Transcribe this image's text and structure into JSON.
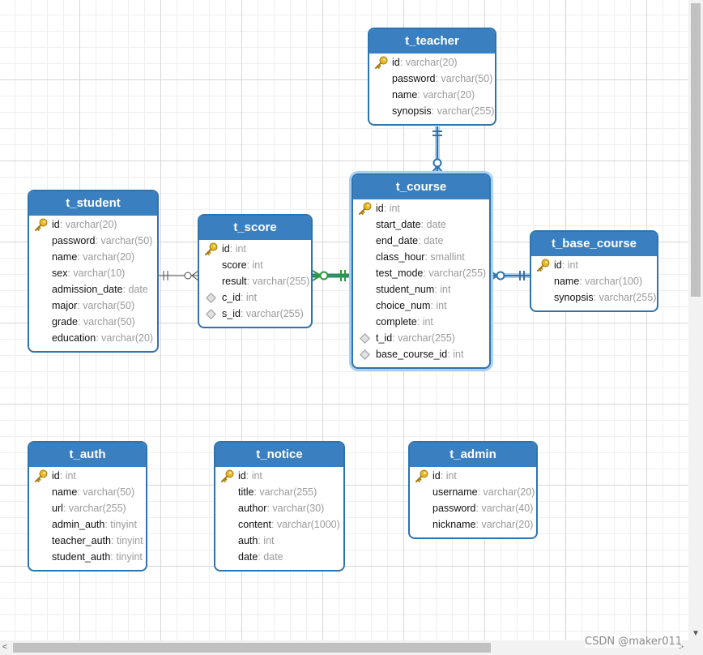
{
  "tables": [
    {
      "id": "t_teacher",
      "name": "t_teacher",
      "fields": [
        {
          "name": "id",
          "type": "varchar(20)",
          "kind": "pk"
        },
        {
          "name": "password",
          "type": "varchar(50)",
          "kind": "plain"
        },
        {
          "name": "name",
          "type": "varchar(20)",
          "kind": "plain"
        },
        {
          "name": "synopsis",
          "type": "varchar(255)",
          "kind": "plain"
        }
      ]
    },
    {
      "id": "t_student",
      "name": "t_student",
      "fields": [
        {
          "name": "id",
          "type": "varchar(20)",
          "kind": "pk"
        },
        {
          "name": "password",
          "type": "varchar(50)",
          "kind": "plain"
        },
        {
          "name": "name",
          "type": "varchar(20)",
          "kind": "plain"
        },
        {
          "name": "sex",
          "type": "varchar(10)",
          "kind": "plain"
        },
        {
          "name": "admission_date",
          "type": "date",
          "kind": "plain"
        },
        {
          "name": "major",
          "type": "varchar(50)",
          "kind": "plain"
        },
        {
          "name": "grade",
          "type": "varchar(50)",
          "kind": "plain"
        },
        {
          "name": "education",
          "type": "varchar(20)",
          "kind": "plain"
        }
      ]
    },
    {
      "id": "t_score",
      "name": "t_score",
      "fields": [
        {
          "name": "id",
          "type": "int",
          "kind": "pk"
        },
        {
          "name": "score",
          "type": "int",
          "kind": "plain"
        },
        {
          "name": "result",
          "type": "varchar(255)",
          "kind": "plain"
        },
        {
          "name": "c_id",
          "type": "int",
          "kind": "fk"
        },
        {
          "name": "s_id",
          "type": "varchar(255)",
          "kind": "fk"
        }
      ]
    },
    {
      "id": "t_course",
      "name": "t_course",
      "fields": [
        {
          "name": "id",
          "type": "int",
          "kind": "pk"
        },
        {
          "name": "start_date",
          "type": "date",
          "kind": "plain"
        },
        {
          "name": "end_date",
          "type": "date",
          "kind": "plain"
        },
        {
          "name": "class_hour",
          "type": "smallint",
          "kind": "plain"
        },
        {
          "name": "test_mode",
          "type": "varchar(255)",
          "kind": "plain"
        },
        {
          "name": "student_num",
          "type": "int",
          "kind": "plain"
        },
        {
          "name": "choice_num",
          "type": "int",
          "kind": "plain"
        },
        {
          "name": "complete",
          "type": "int",
          "kind": "plain"
        },
        {
          "name": "t_id",
          "type": "varchar(255)",
          "kind": "fk"
        },
        {
          "name": "base_course_id",
          "type": "int",
          "kind": "fk"
        }
      ]
    },
    {
      "id": "t_base_course",
      "name": "t_base_course",
      "fields": [
        {
          "name": "id",
          "type": "int",
          "kind": "pk"
        },
        {
          "name": "name",
          "type": "varchar(100)",
          "kind": "plain"
        },
        {
          "name": "synopsis",
          "type": "varchar(255)",
          "kind": "plain"
        }
      ]
    },
    {
      "id": "t_auth",
      "name": "t_auth",
      "fields": [
        {
          "name": "id",
          "type": "int",
          "kind": "pk"
        },
        {
          "name": "name",
          "type": "varchar(50)",
          "kind": "plain"
        },
        {
          "name": "url",
          "type": "varchar(255)",
          "kind": "plain"
        },
        {
          "name": "admin_auth",
          "type": "tinyint",
          "kind": "plain"
        },
        {
          "name": "teacher_auth",
          "type": "tinyint",
          "kind": "plain"
        },
        {
          "name": "student_auth",
          "type": "tinyint",
          "kind": "plain"
        }
      ]
    },
    {
      "id": "t_notice",
      "name": "t_notice",
      "fields": [
        {
          "name": "id",
          "type": "int",
          "kind": "pk"
        },
        {
          "name": "title",
          "type": "varchar(255)",
          "kind": "plain"
        },
        {
          "name": "author",
          "type": "varchar(30)",
          "kind": "plain"
        },
        {
          "name": "content",
          "type": "varchar(1000)",
          "kind": "plain"
        },
        {
          "name": "auth",
          "type": "int",
          "kind": "plain"
        },
        {
          "name": "date",
          "type": "date",
          "kind": "plain"
        }
      ]
    },
    {
      "id": "t_admin",
      "name": "t_admin",
      "fields": [
        {
          "name": "id",
          "type": "int",
          "kind": "pk"
        },
        {
          "name": "username",
          "type": "varchar(20)",
          "kind": "plain"
        },
        {
          "name": "password",
          "type": "varchar(40)",
          "kind": "plain"
        },
        {
          "name": "nickname",
          "type": "varchar(20)",
          "kind": "plain"
        }
      ]
    }
  ],
  "relations": [
    {
      "from": "t_student",
      "to": "t_score",
      "style": "normal"
    },
    {
      "from": "t_course",
      "to": "t_score",
      "style": "highlight"
    },
    {
      "from": "t_teacher",
      "to": "t_course",
      "style": "selected"
    },
    {
      "from": "t_base_course",
      "to": "t_course",
      "style": "selected"
    }
  ],
  "selected_table": "t_course",
  "colors": {
    "header": "#3a80c0",
    "border": "#2f73ae",
    "selected_glow": "#a9d0f2",
    "highlight_line": "#2e9a3e",
    "selected_line": "#2f73ae",
    "type_text": "#9a9a9a"
  },
  "watermark": "CSDN @maker011"
}
